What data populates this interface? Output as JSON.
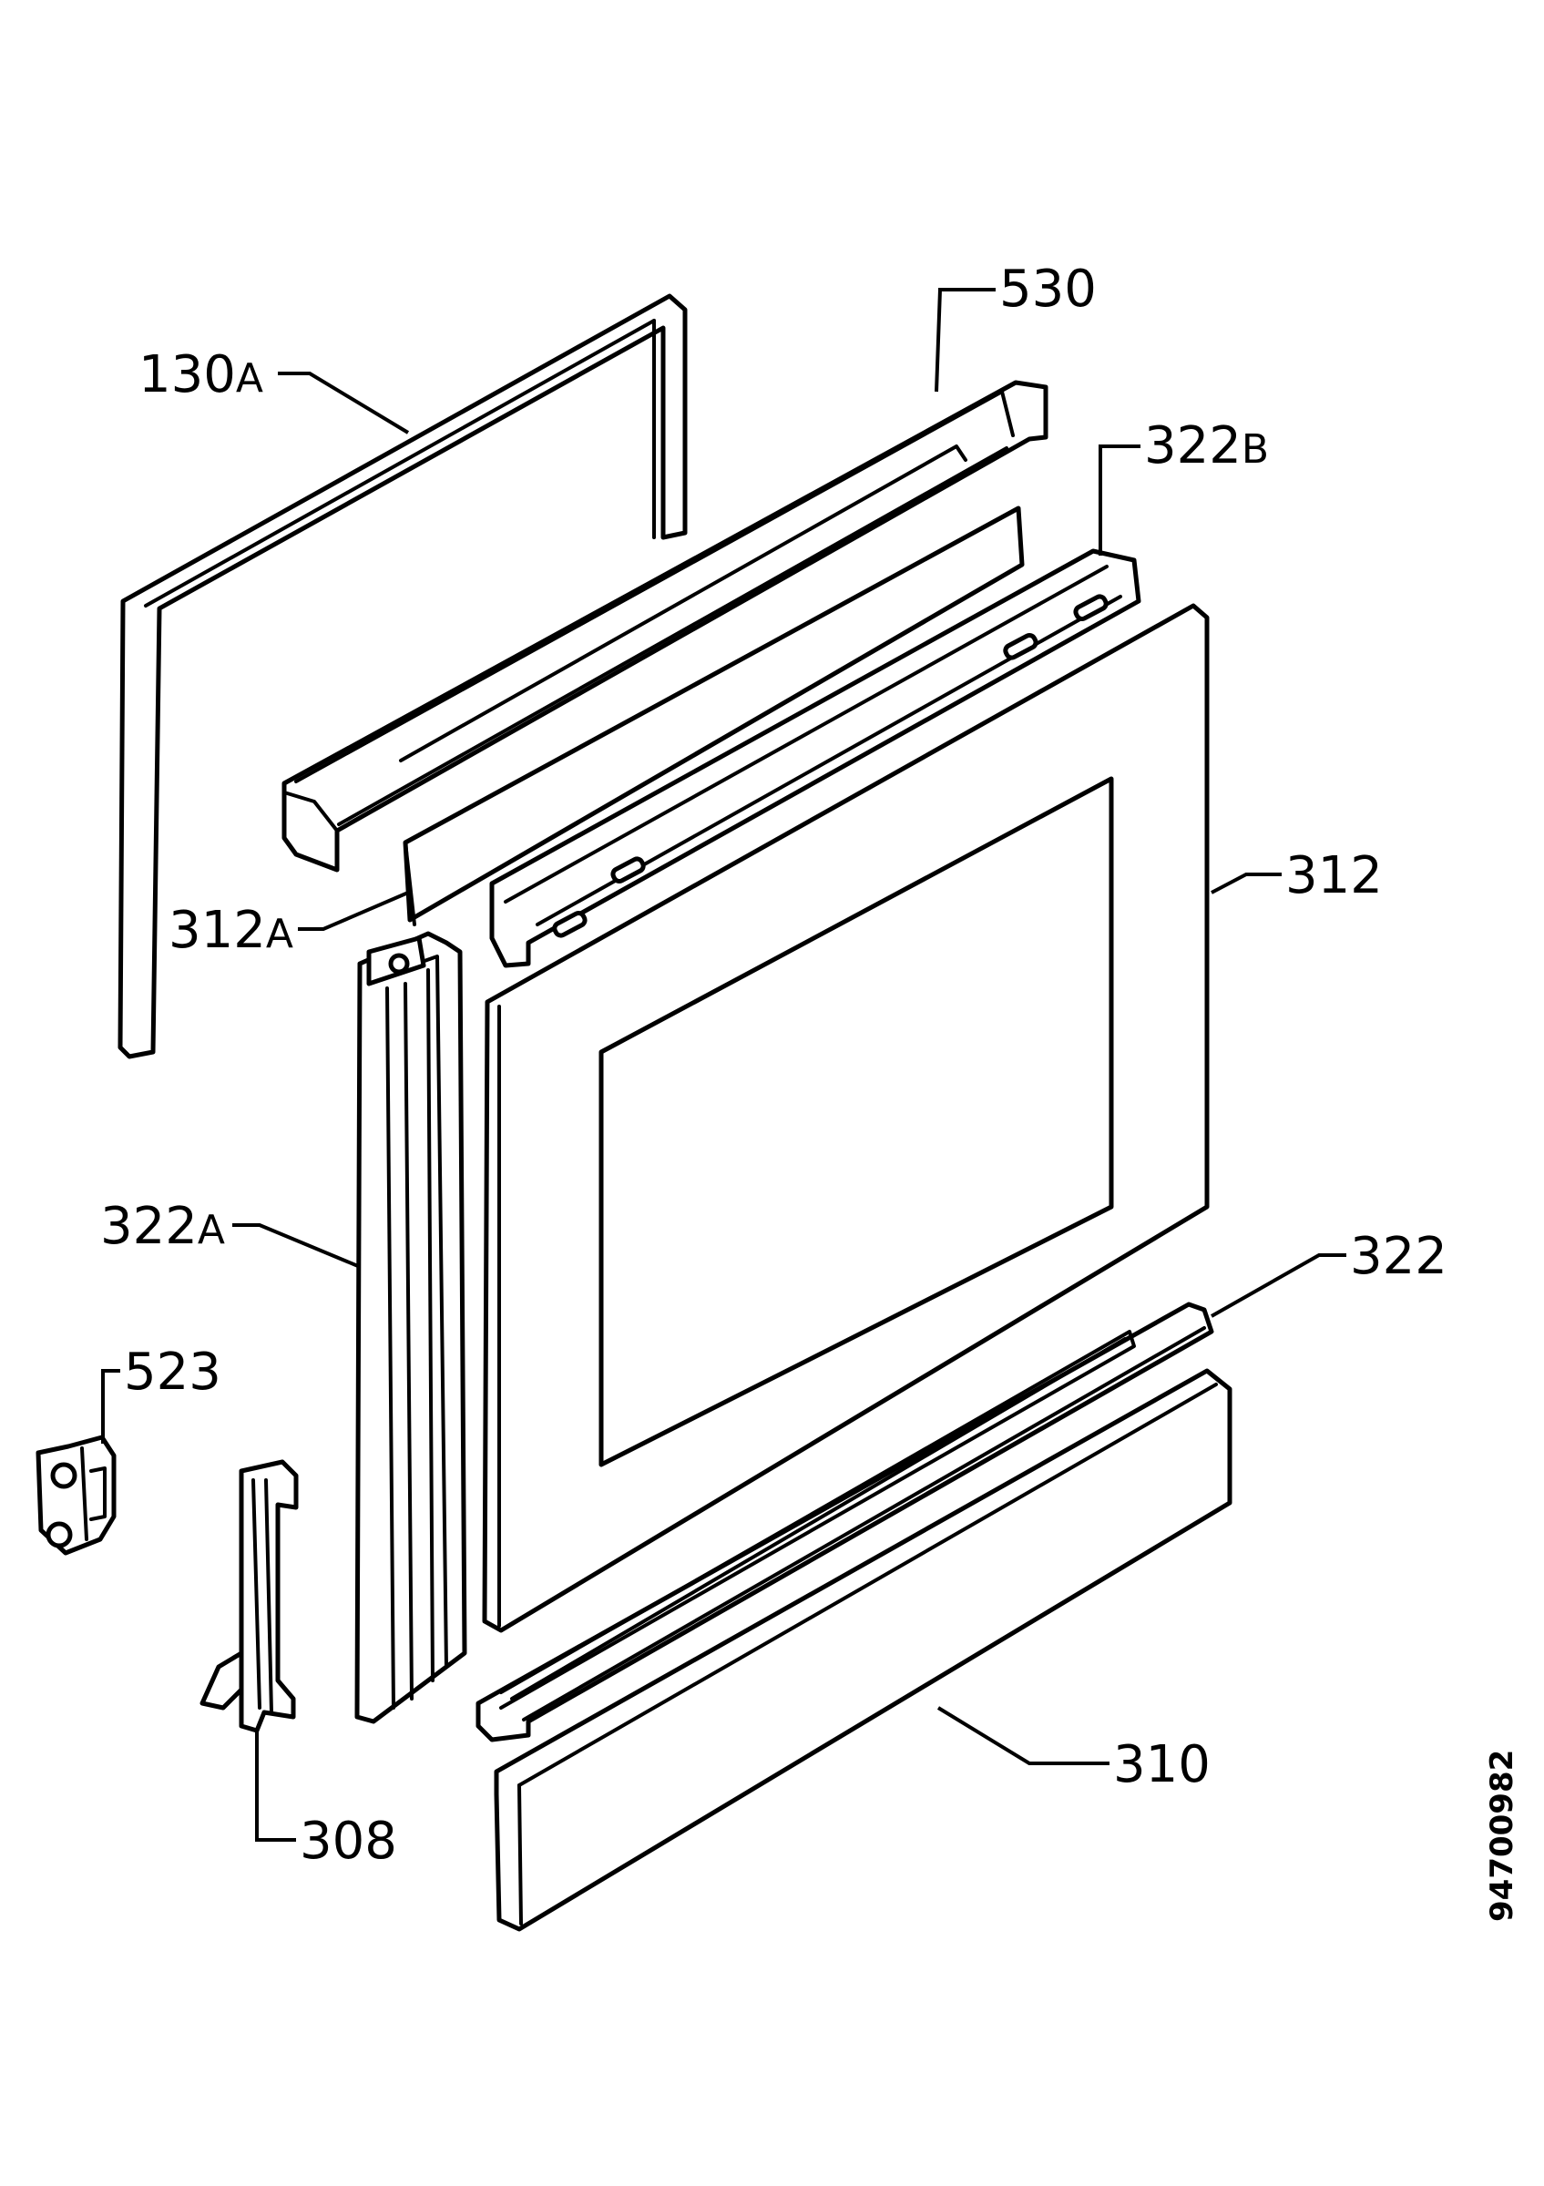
{
  "diagram": {
    "document_number": "94700982",
    "callouts": {
      "c530": "530",
      "c130a_num": "130",
      "c130a_suffix": "A",
      "c322b_num": "322",
      "c322b_suffix": "B",
      "c312": "312",
      "c312a_num": "312",
      "c312a_suffix": "A",
      "c322a_num": "322",
      "c322a_suffix": "A",
      "c322": "322",
      "c523": "523",
      "c308": "308",
      "c310": "310"
    }
  }
}
